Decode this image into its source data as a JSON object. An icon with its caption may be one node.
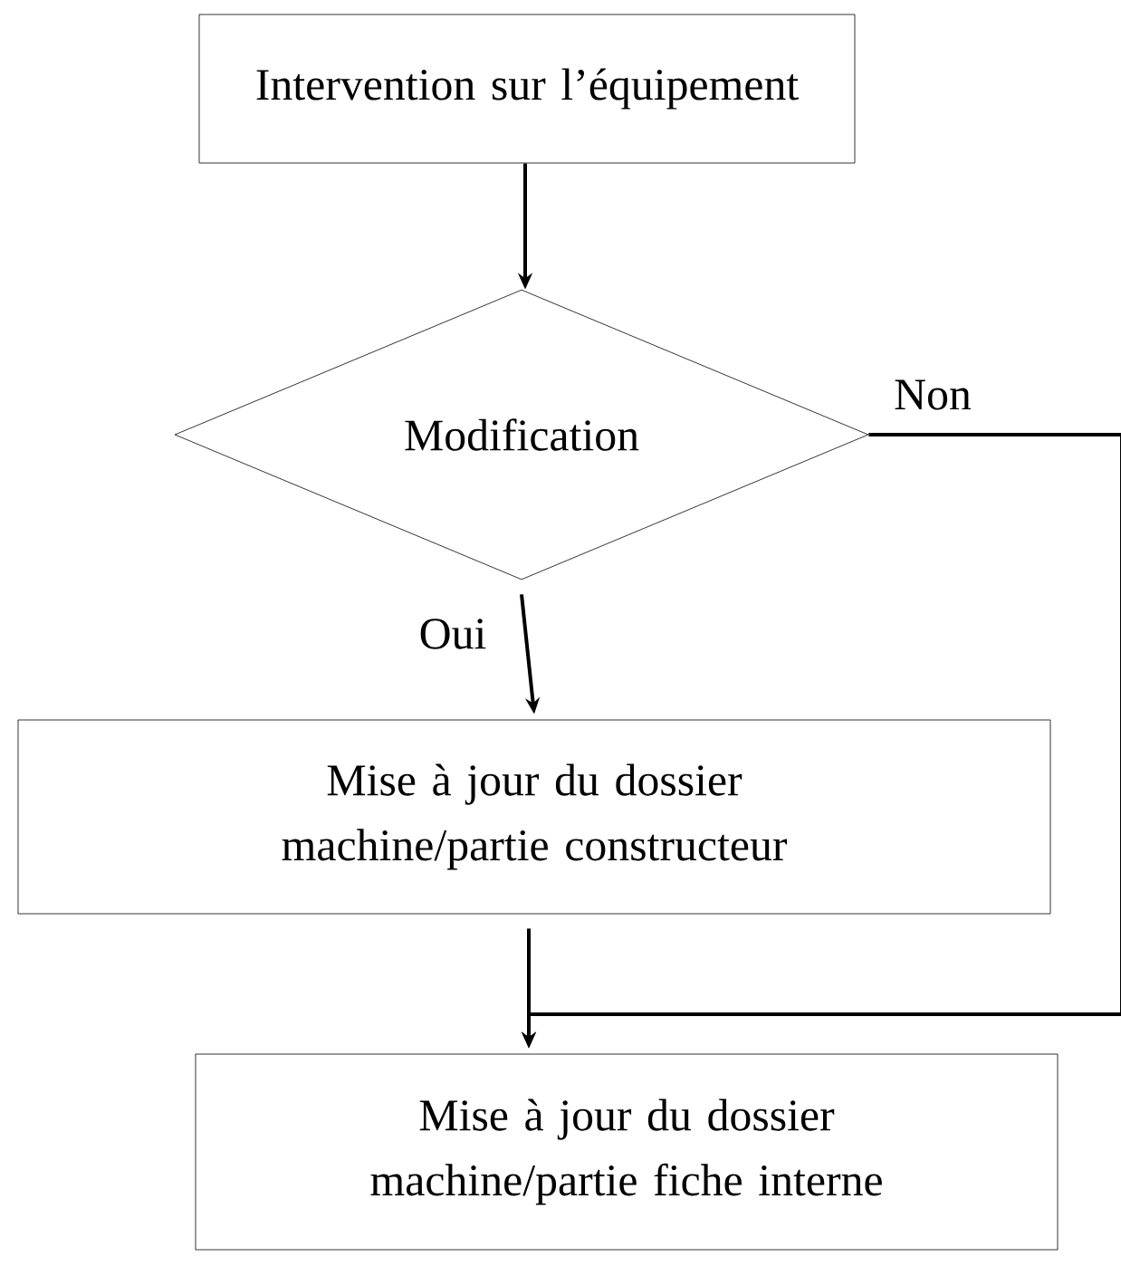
{
  "diagram": {
    "nodes": [
      {
        "text": [
          "Intervention sur l’équipement"
        ]
      },
      {
        "text": [
          "Modification"
        ]
      },
      {
        "text": [
          "Mise à jour du dossier machine/partie constructeur"
        ]
      },
      {
        "text": [
          "Mise à jour du dossier machine/partie fiche interne"
        ]
      }
    ],
    "edges": [
      {
        "from": 0,
        "to": 1,
        "arrow": "to"
      },
      {
        "from": 1,
        "to": 2,
        "arrow": "to",
        "label": "Oui"
      },
      {
        "from": 1,
        "to": 3,
        "arrow": "to",
        "label": "Non"
      },
      {
        "from": 2,
        "to": 3,
        "arrow": "to"
      }
    ]
  }
}
